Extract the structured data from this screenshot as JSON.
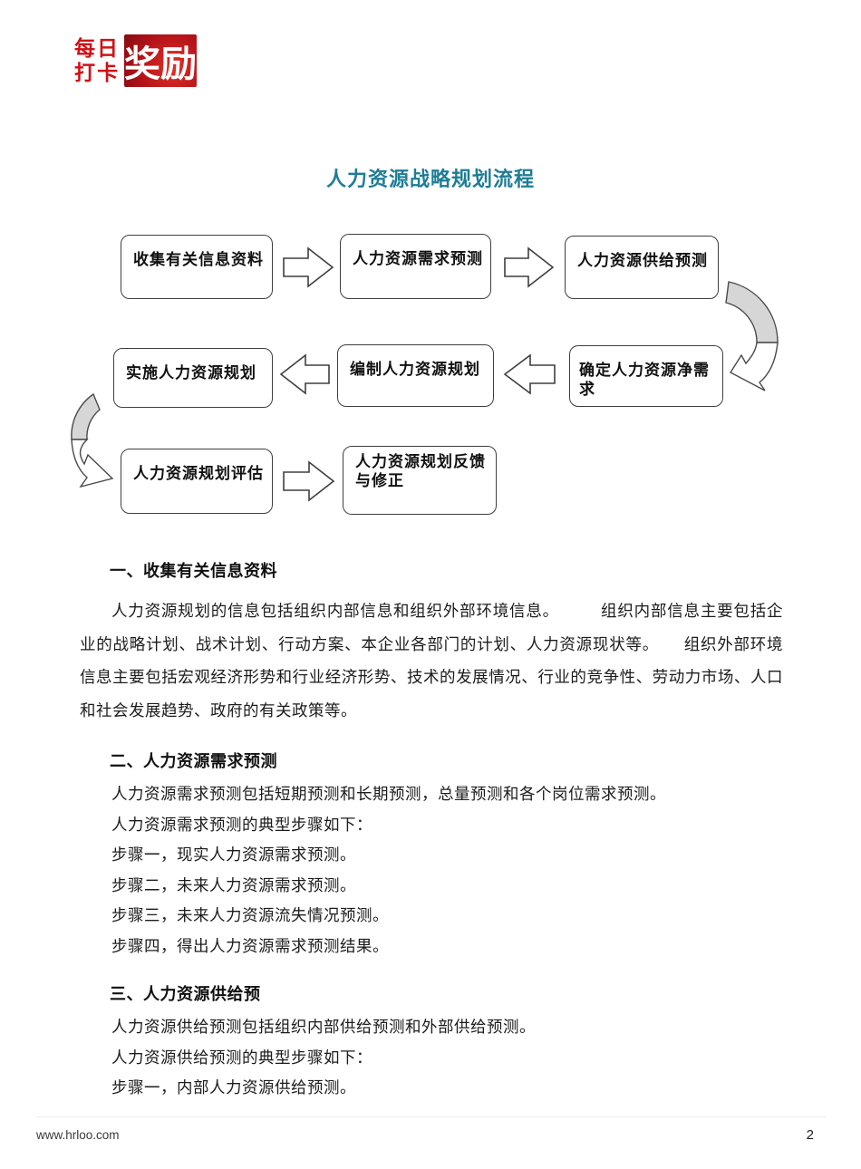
{
  "logo": {
    "line1": "每日",
    "line2": "打卡",
    "badge": "奖励"
  },
  "title": "人力资源战略规划流程",
  "colors": {
    "accent_teal": "#1e7d96",
    "logo_red": "#cf1118",
    "curved_arrow_gray": "#d6d6d6"
  },
  "flowchart": {
    "row1": [
      "收集有关信息资料",
      "人力资源需求预测",
      "人力资源供给预测"
    ],
    "row2": [
      "实施人力资源规划",
      "编制人力资源规划",
      "确定人力资源净需求"
    ],
    "row3": [
      "人力资源规划评估",
      "人力资源规划反馈与修正"
    ]
  },
  "sections": [
    {
      "heading": "一、收集有关信息资料",
      "paragraphs": [
        "人力资源规划的信息包括组织内部信息和组织外部环境信息。　　　组织内部信息主要包括企业的战略计划、战术计划、行动方案、本企业各部门的计划、人力资源现状等。　　组织外部环境信息主要包括宏观经济形势和行业经济形势、技术的发展情况、行业的竞争性、劳动力市场、人口和社会发展趋势、政府的有关政策等。"
      ]
    },
    {
      "heading": "二、人力资源需求预测",
      "paragraphs": [
        "人力资源需求预测包括短期预测和长期预测，总量预测和各个岗位需求预测。",
        "人力资源需求预测的典型步骤如下：",
        "步骤一，现实人力资源需求预测。",
        "步骤二，未来人力资源需求预测。",
        "步骤三，未来人力资源流失情况预测。",
        "步骤四，得出人力资源需求预测结果。"
      ]
    },
    {
      "heading": "三、人力资源供给预",
      "paragraphs": [
        "人力资源供给预测包括组织内部供给预测和外部供给预测。",
        "人力资源供给预测的典型步骤如下：",
        "步骤一，内部人力资源供给预测。"
      ]
    }
  ],
  "footer": {
    "url": "www.hrloo.com",
    "page": "2"
  }
}
